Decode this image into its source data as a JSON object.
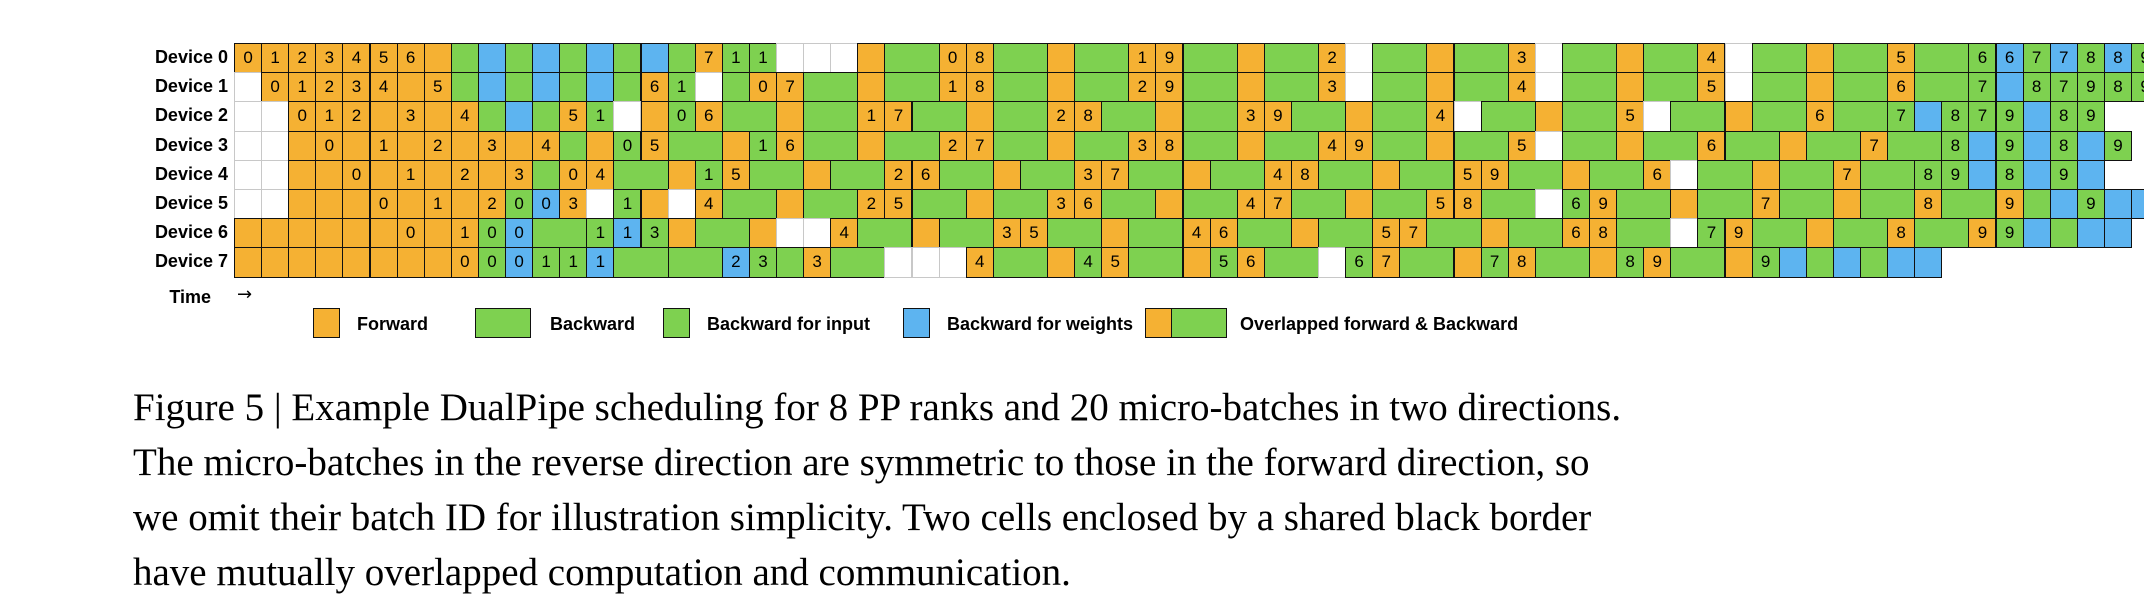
{
  "colors": {
    "forward": "#F5B133",
    "backward": "#7ED150",
    "backward_input": "#7ED150",
    "backward_weights": "#5DB4F0",
    "idle": "#FFFFFF",
    "border": "#111111"
  },
  "devices": [
    "Device 0",
    "Device 1",
    "Device 2",
    "Device 3",
    "Device 4",
    "Device 5",
    "Device 6",
    "Device 7"
  ],
  "time_label": "Time",
  "time_arrow": "→",
  "legend": [
    {
      "kind": "forward",
      "label": "Forward"
    },
    {
      "kind": "backward",
      "label": "Backward"
    },
    {
      "kind": "backward_input",
      "label": "Backward for input"
    },
    {
      "kind": "backward_weights",
      "label": "Backward for weights"
    },
    {
      "kind": "overlapped",
      "label": "Overlapped forward & Backward"
    }
  ],
  "schedule": [
    "F0 F1 F2 F3 F4 F5 F6 F B W B W B W B W B F7 B1 B1 I I I F B2 F0 F8 B2 F B2 F1 F9 B2 F B2 F2 I B2 F B2 F3 I B2 F B2 F4 I B2 F B2 F5 B2 B6 W6 G7 W7 G8 W8 G9 W9",
    "I F0 F1 F2 F3 F4 F F5 B W B W B W B F6 B1 I B F0 F7 B2 F B2 F1 F8 B2 F B2 F2 F9 B2 F B2 F3 I B2 F B2 F4 I B2 F B2 F5 I B2 F B2 F6 B2 B7 W G8 G7 G9 G8 G9",
    "I I F0 F1 F2 F F3 F F4 B W B F5 B1 I F B0 F6 B2 F B2 F1 F7 B2 F B2 F2 F8 B2 F B2 F3 F9 B2 F B2 F4 I B2 F B2 F5 I B2 F B2 F6 B2 B7 W G8 G7 G9 W G8 G9",
    "I I F F0 F F1 F F2 F F3 F F4 B F B0 F5 B2 F B1 F6 B2 F B2 F2 F7 B2 F B2 F3 F8 B2 F B2 F4 F9 B2 F B2 F5 I B2 F B2 F6 B2 F B2 F7 B2 B8 W G9 W G8 W G9",
    "I I F F F0 F F1 F F2 F F3 B F0 F4 B2 F B1 F5 B2 F B2 F2 F6 B2 F B2 F3 F7 B2 F B2 F4 F8 B2 F B2 F5 F9 B2 F B2 F6 I B2 F B2 F7 B2 B8 B9 W G8 W G9 W",
    "I I F F F F0 F F1 F F2 B0 W0 F3 I B1 F I F4 B2 F B2 F2 F5 B2 F B2 F3 F6 B2 F B2 F4 F7 B2 F B2 F5 F8 B2 I B6 F9 B2 F B2 F7 B2 F B2 F8 B2 F9 B W G9 W W",
    "F F F F F F F0 F F1 B0 W0 B2 B1 W1 B3 F B2 F I I F4 B2 F B2 F3 F5 B2 F B2 F4 F6 B2 F B2 F5 F7 B2 F B2 F6 F8 B2 I B7 F9 B2 F B2 F8 B2 F9 B9 W B W W",
    "F F F F F F F F F0 B0 W0 B1 B1 W1 B2 B2 W2 B3 B F3 B2 I I I F4 B2 F B4 F5 B2 F B5 F6 B2 I B6 F7 B2 F B7 F8 B2 F B8 F9 B2 F B9 W B W B W W"
  ],
  "caption_lines": [
    "Figure 5 | Example DualPipe scheduling for 8 PP ranks and 20 micro-batches in two directions.",
    "The micro-batches in the reverse direction are symmetric to those in the forward direction, so",
    "we omit their batch ID for illustration simplicity. Two cells enclosed by a shared black border",
    "have mutually overlapped computation and communication."
  ]
}
